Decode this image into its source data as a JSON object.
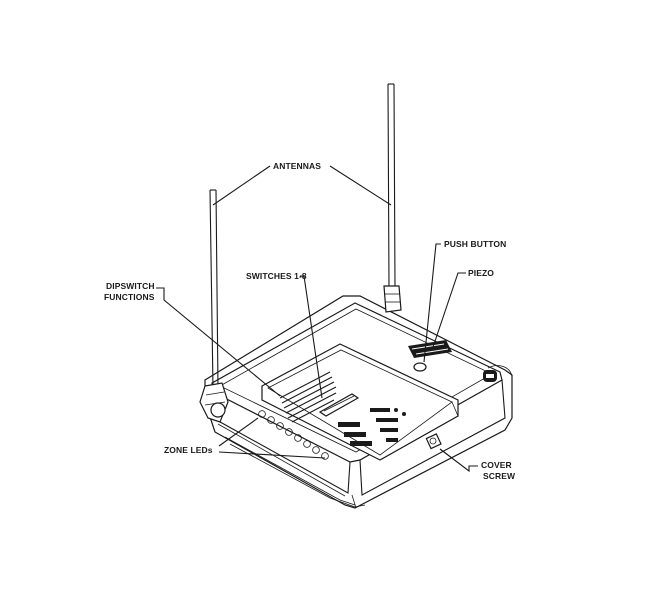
{
  "labels": {
    "antennas": "ANTENNAS",
    "push_button": "PUSH BUTTON",
    "piezo": "PIEZO",
    "dipswitch_line1": "DIPSWITCH",
    "dipswitch_line2": "FUNCTIONS",
    "switches": "SWITCHES 1-8",
    "zone_leds": "ZONE LEDs",
    "cover_line1": "COVER",
    "cover_line2": "SCREW"
  },
  "colors": {
    "ink": "#1a1a1a",
    "background": "#ffffff"
  }
}
